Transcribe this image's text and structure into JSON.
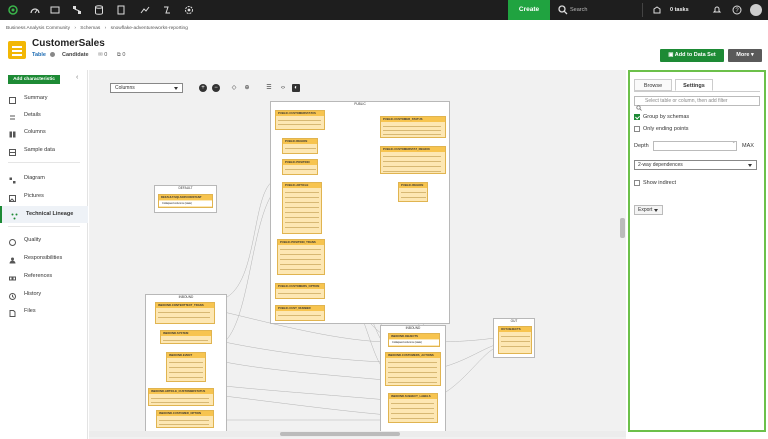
{
  "topbar": {
    "create_label": "Create",
    "search_placeholder": "Search",
    "tasks_label": "0  tasks"
  },
  "breadcrumb": {
    "community": "Business Analysis Community",
    "schemas": "Schemas",
    "source": "snowflake-adventureworks-reporting"
  },
  "asset": {
    "title": "CustomerSales",
    "type": "Table",
    "status": "Candidate",
    "comments": "0",
    "links": "0"
  },
  "actions": {
    "add_to_dataset": "Add to Data Set",
    "more": "More"
  },
  "sidebar": {
    "add_characteristic": "Add characteristic",
    "items": [
      {
        "label": "Summary"
      },
      {
        "label": "Details"
      },
      {
        "label": "Columns"
      },
      {
        "label": "Sample data"
      },
      {
        "label": "Diagram"
      },
      {
        "label": "Pictures"
      },
      {
        "label": "Technical Lineage"
      },
      {
        "label": "Quality"
      },
      {
        "label": "Responsibilities"
      },
      {
        "label": "References"
      },
      {
        "label": "History"
      },
      {
        "label": "Files"
      }
    ]
  },
  "canvas": {
    "view_select": "Columns",
    "groups": [
      {
        "label": "DEFAULT"
      },
      {
        "label": "PUBLIC"
      },
      {
        "label": "INBOUND"
      },
      {
        "label": "INBOUND"
      },
      {
        "label": "OUT"
      }
    ],
    "tables": [
      {
        "label": "DEFAULT.SQLSOP.CONSTANT"
      },
      {
        "label": "PUBLIC.CUSTOMERSTATUS"
      },
      {
        "label": "PUBLIC.CUSTOMER_STATUS"
      },
      {
        "label": "PUBLIC.REGION"
      },
      {
        "label": "PUBLIC.POSITION"
      },
      {
        "label": "PUBLIC.ARTICLE"
      },
      {
        "label": "PUBLIC.CUSTOMERSTAT_REGION"
      },
      {
        "label": "PUBLIC.REGION"
      },
      {
        "label": "PUBLIC.POSITION_TRANS"
      },
      {
        "label": "PUBLIC.CUSTOMERS_OPTION"
      },
      {
        "label": "PUBLIC.CUST_NUMBER"
      },
      {
        "label": "INBOUND.CONTENTTEXT_TRANS"
      },
      {
        "label": "INBOUND.SYSTEM"
      },
      {
        "label": "INBOUND.EVENT"
      },
      {
        "label": "INBOUND.ARTICLE_CUSTOMERSTATUS"
      },
      {
        "label": "INBOUND.CUSTOMER_OPTION"
      },
      {
        "label": "INBOUND.OBJECTS"
      },
      {
        "label": "INBOUND.CUSTOMERS_ACTIONS"
      },
      {
        "label": "INBOUND.SUBJECT_LABELS"
      },
      {
        "label": "OUT.OBJECTS"
      }
    ],
    "collapsed_note": "Collapsed columns (state)"
  },
  "panel": {
    "tab_browse": "Browse",
    "tab_settings": "Settings",
    "search_placeholder": "Select table or column, then add filter",
    "group_by_schemas": "Group by schemas",
    "only_ending_points": "Only ending points",
    "depth_label": "Depth",
    "max_label": "MAX",
    "dependencies": "2-way dependences",
    "show_indirect": "Show indirect",
    "export": "Export"
  },
  "colors": {
    "accent": "#1d8a35",
    "panel_border": "#6cc04a",
    "table_header": "#f7c44f",
    "table_body": "#fde7b3"
  }
}
